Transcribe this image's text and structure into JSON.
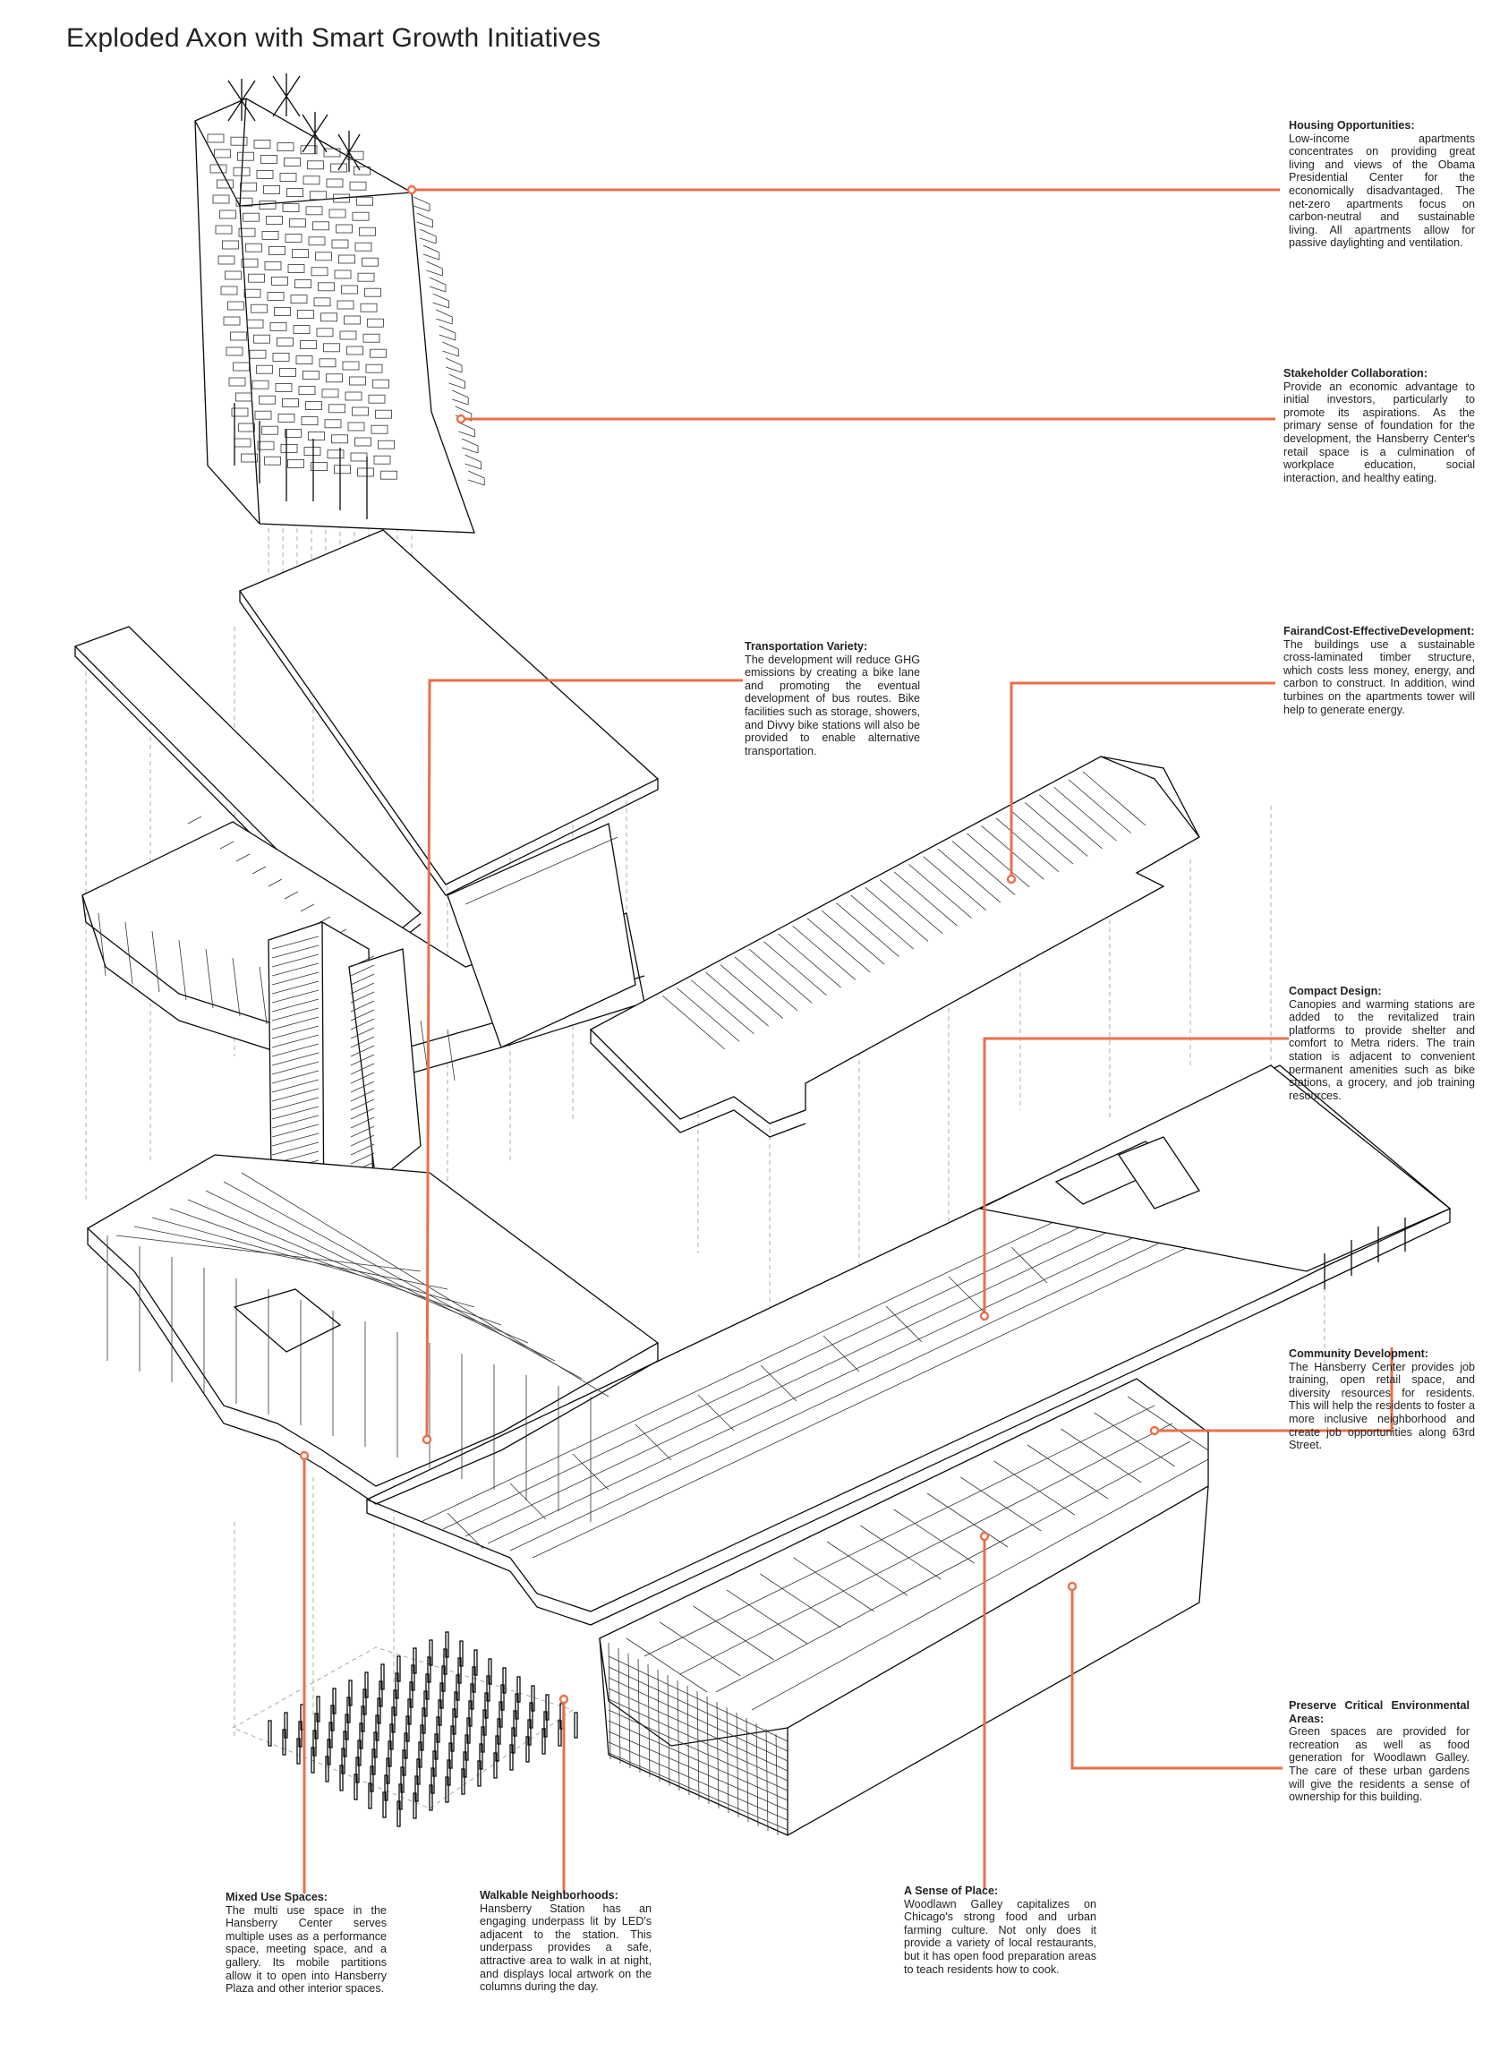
{
  "title": "Exploded Axon with Smart Growth Initiatives",
  "colors": {
    "leader": "#e8704a",
    "linework": "#0a0a0a",
    "text": "#222222"
  },
  "notes": {
    "housing": {
      "heading": "Housing Opportunities:",
      "body": "Low-income apartments concentrates on providing great living and views of the Obama Presidential Center for the economically disadvantaged. The net-zero apartments focus on carbon-neutral and sustainable living. All apartments allow for passive daylighting and ventilation."
    },
    "stakeholder": {
      "heading": "Stakeholder Collaboration:",
      "body": "Provide an economic advantage to initial investors, particularly to promote its aspirations. As the primary sense of foundation for the development, the Hansberry Center's retail space is a culmination of workplace education, social interaction, and healthy eating."
    },
    "transportation": {
      "heading": "Transportation Variety:",
      "body": "The development will reduce GHG emissions by creating a bike lane and promoting the eventual development of bus routes. Bike facilities such as storage, showers, and Divvy bike stations will also be provided to enable alternative transportation."
    },
    "fair": {
      "heading": "FairandCost-EffectiveDevelopment:",
      "body": "The buildings use a sustainable cross-laminated timber structure, which costs less money, energy, and carbon to construct. In addition, wind turbines on the apartments tower will help to generate energy."
    },
    "compact": {
      "heading": "Compact Design:",
      "body": "Canopies and warming stations are added to the revitalized train platforms to provide shelter and comfort to Metra riders. The train station is adjacent to convenient permanent amenities such as bike stations, a grocery, and job training resources."
    },
    "community": {
      "heading": "Community Development:",
      "body": "The Hansberry Center provides job training, open retail space, and diversity resources for residents. This will help the residents to foster a more inclusive neighborhood and create job opportunities along 63rd Street."
    },
    "preserve": {
      "heading": "Preserve Critical Environmental Areas:",
      "body": "Green spaces are provided for recreation as well as food generation for Woodlawn Galley. The care of these urban gardens will give the residents a sense of ownership for this building."
    },
    "mixed": {
      "heading": "Mixed Use Spaces:",
      "body": "The multi use space in the Hansberry Center serves multiple uses as a performance space, meeting space, and a gallery. Its mobile partitions allow it to open into Hansberry Plaza and other interior spaces."
    },
    "walkable": {
      "heading": "Walkable Neighborhoods:",
      "body": "Hansberry Station has an engaging underpass lit by LED's adjacent to the station. This underpass provides a safe, attractive area to walk in at night, and displays local artwork on the columns during the day."
    },
    "place": {
      "heading": "A Sense of Place:",
      "body": "Woodlawn Galley capitalizes on Chicago's strong food and urban farming culture. Not only does it provide a variety of local restaurants, but it has open food preparation areas to teach residents how to cook."
    }
  }
}
